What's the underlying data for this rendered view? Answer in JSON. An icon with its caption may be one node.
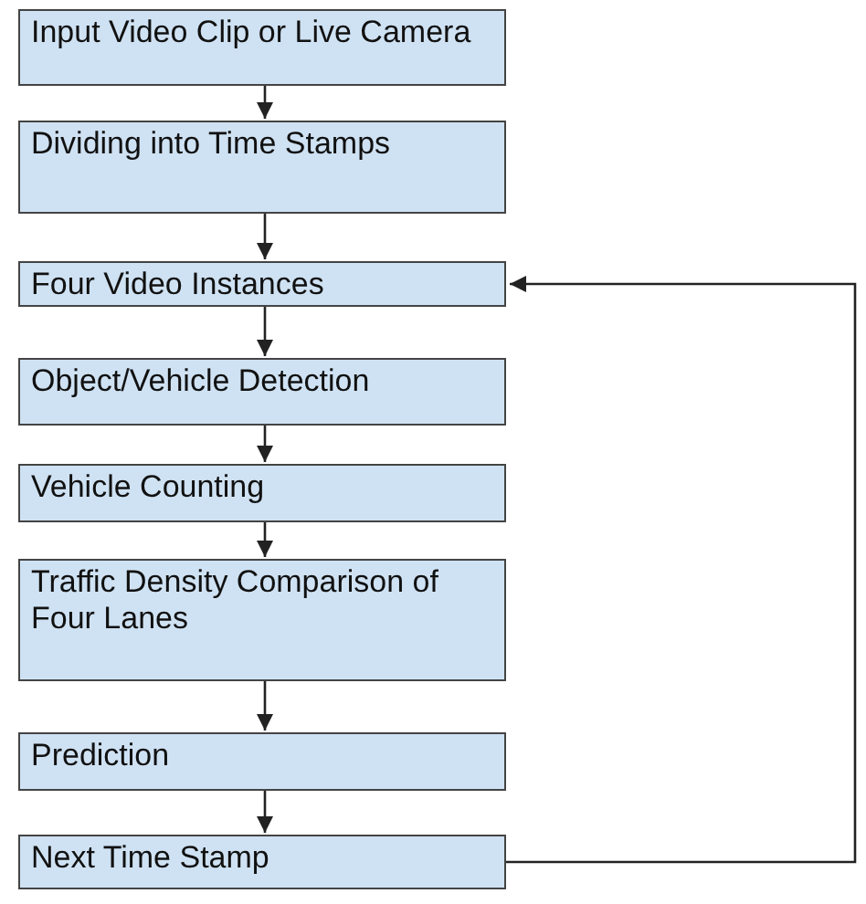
{
  "diagram": {
    "nodes": [
      {
        "text": [
          "Input Video Clip or Live Camera"
        ]
      },
      {
        "text": [
          "Dividing into Time Stamps"
        ]
      },
      {
        "text": [
          "Four Video Instances"
        ]
      },
      {
        "text": [
          "Object/Vehicle Detection"
        ]
      },
      {
        "text": [
          "Vehicle Counting"
        ]
      },
      {
        "text": [
          "Traffic Density Comparison of Four Lanes"
        ]
      },
      {
        "text": [
          "Prediction"
        ]
      },
      {
        "text": [
          "Next Time Stamp"
        ]
      }
    ],
    "edges": [
      {
        "from": 0,
        "to": 1,
        "arrow": "to"
      },
      {
        "from": 1,
        "to": 2,
        "arrow": "to"
      },
      {
        "from": 2,
        "to": 3,
        "arrow": "to"
      },
      {
        "from": 3,
        "to": 4,
        "arrow": "to"
      },
      {
        "from": 4,
        "to": 5,
        "arrow": "to"
      },
      {
        "from": 5,
        "to": 6,
        "arrow": "to"
      },
      {
        "from": 6,
        "to": 7,
        "arrow": "to"
      },
      {
        "from": 7,
        "to": 2,
        "arrow": "to"
      }
    ]
  }
}
